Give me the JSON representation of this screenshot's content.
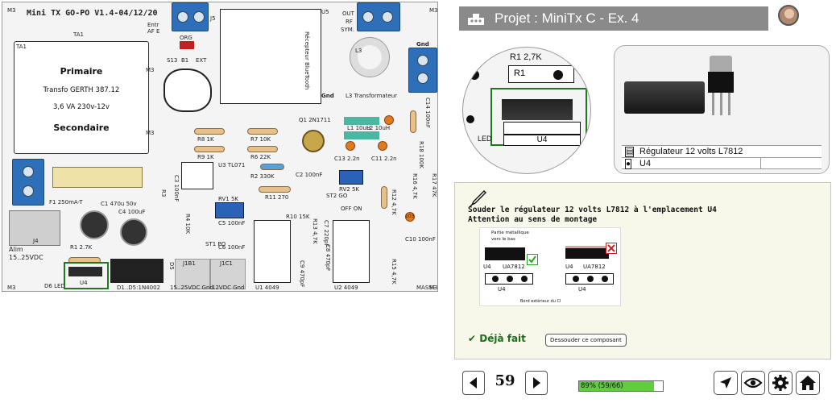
{
  "header": {
    "title": "Projet : MiniTx C - Ex. 4"
  },
  "pcb": {
    "title": "Mini TX GO-PO V1.4-04/12/20",
    "labels": [
      "TA1",
      "TA1",
      "Primaire",
      "Transfo GERTH 387.12",
      "3,6 VA 230v-12v",
      "Secondaire",
      "M3",
      "M3",
      "M3",
      "M3",
      "M3",
      "M3",
      "J5",
      "U5",
      "Entr",
      "AF E",
      "ORG",
      "S13",
      "B1",
      "EXT",
      "OUT",
      "RF",
      "SYM.",
      "Gnd",
      "L3",
      "L3 Transformateur",
      "Récepteur BlueTooth",
      "Gnd",
      "Q1 2N1711",
      "R8 1K",
      "R7 10K",
      "R9 1K",
      "R6 22K",
      "L1 10uH",
      "L2 10uH",
      "C13 2.2n",
      "C11 2.2n",
      "R18 100K",
      "C14 100nF",
      "F1 250mA-T",
      "C1 470u 50v",
      "C4 100uF",
      "U3 TL071",
      "C3 100nF",
      "C2 100nF",
      "R2 330K",
      "R11 270",
      "R10 15K",
      "RV1 5K",
      "RV2 5K",
      "ST2 GO",
      "OFF ON",
      "R12 4,7K",
      "R16 4,7K",
      "R17 47K",
      "103",
      "R3",
      "C10 100nF",
      "R13 4,7K",
      "R15 4,7K",
      "C5 100nF",
      "C6 100nF",
      "ST1 PO",
      "R4 10K",
      "Alim",
      "15..25VDC",
      "J4",
      "R1 2.7K",
      "D6 LED",
      "U4",
      "D1..D5:1N4002",
      "D5",
      "J1B1",
      "J1C1",
      "15..25VDC Gnd",
      "12VDC Gnd",
      "U1 4049",
      "U2 4049",
      "C8 470pF",
      "C7 220pF",
      "C9 470pF",
      "MASSE"
    ]
  },
  "zoom": {
    "resistor_label": "R1 2,7K",
    "resistor_name": "R1",
    "comp_name": "U4",
    "led_label": "LED"
  },
  "component": {
    "name": "Régulateur 12 volts L7812",
    "location": "U4",
    "name_icon": "clipboard-icon",
    "location_icon": "map-pin-icon"
  },
  "instruction": {
    "line1": "Souder le régulateur 12 volts L7812 à l'emplacement U4",
    "line2": "Attention au sens de montage",
    "diagram": {
      "note": "Partie métallique\nvers le bas",
      "ok_label_u": "U4",
      "ok_label_ref": "UA7812",
      "bad_label_u": "U4",
      "bad_label_ref": "UA7812",
      "ok_box": "U4",
      "bad_box": "U4",
      "footer": "Bord extérieur du CI"
    },
    "done_label": "Déjà fait",
    "desolder_label": "Dessouder ce composant"
  },
  "nav": {
    "page": "59",
    "progress_label": "89% (59/66)",
    "progress": 0.89
  },
  "colors": {
    "header_bg": "#8a8a8a",
    "progress_fill": "#5fcd3e",
    "done_green": "#1b6e1b",
    "highlight": "#1f7a1f"
  }
}
